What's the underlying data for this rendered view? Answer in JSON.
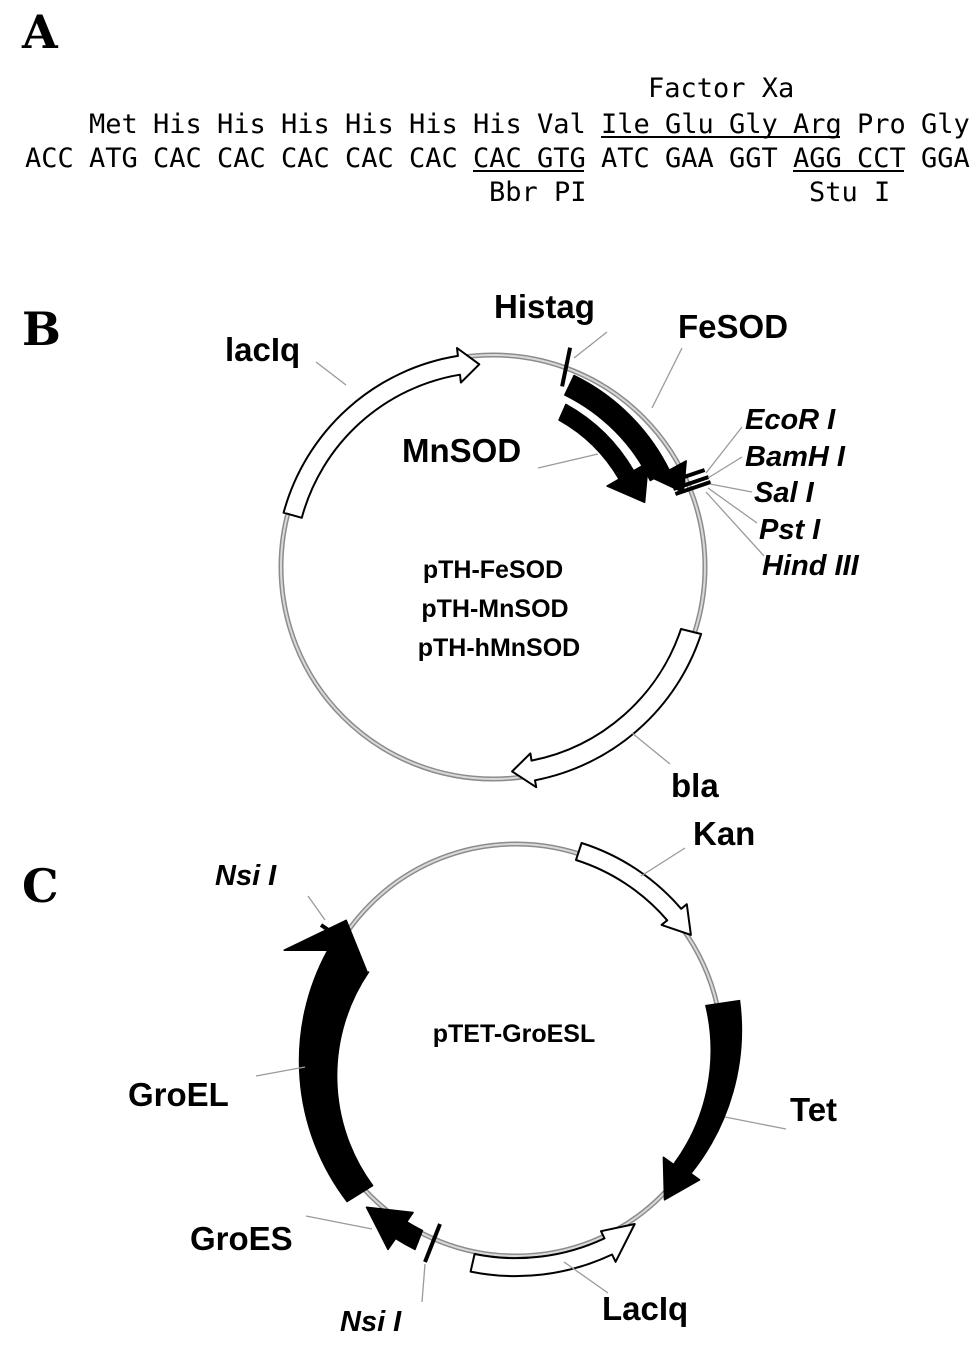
{
  "panel_a": {
    "letter": "A",
    "factor_label": "Factor Xa",
    "aa_row": [
      "Met",
      "His",
      "His",
      "His",
      "His",
      "His",
      "His",
      "Val",
      "Ile",
      "Glu",
      "Gly",
      "Arg",
      "Pro",
      "Gly"
    ],
    "nt_row": [
      "ACC",
      "ATG",
      "CAC",
      "CAC",
      "CAC",
      "CAC",
      "CAC",
      "CAC",
      "GTG",
      "ATC",
      "GAA",
      "GGT",
      "AGG",
      "CCT",
      "GGA"
    ],
    "site_1": "Bbr PI",
    "site_2": "Stu I"
  },
  "panel_b": {
    "letter": "B",
    "histag": "Histag",
    "fesod": "FeSOD",
    "laclq": "lacIq",
    "mnsod": "MnSOD",
    "sites": [
      "EcoR I",
      "BamH I",
      "Sal I",
      "Pst I",
      "Hind III"
    ],
    "bla": "bla",
    "plasmids": [
      "pTH-FeSOD",
      "pTH-MnSOD",
      "pTH-hMnSOD"
    ]
  },
  "panel_c": {
    "letter": "C",
    "kan": "Kan",
    "nsi_top": "Nsi I",
    "tet": "Tet",
    "groel": "GroEL",
    "groes": "GroES",
    "laclq": "LacIq",
    "nsi_bottom": "Nsi I",
    "plasmid": "pTET-GroESL"
  },
  "colors": {
    "ring": "#8c8c8c",
    "leader": "#9a9a9a",
    "ink": "#000000"
  }
}
